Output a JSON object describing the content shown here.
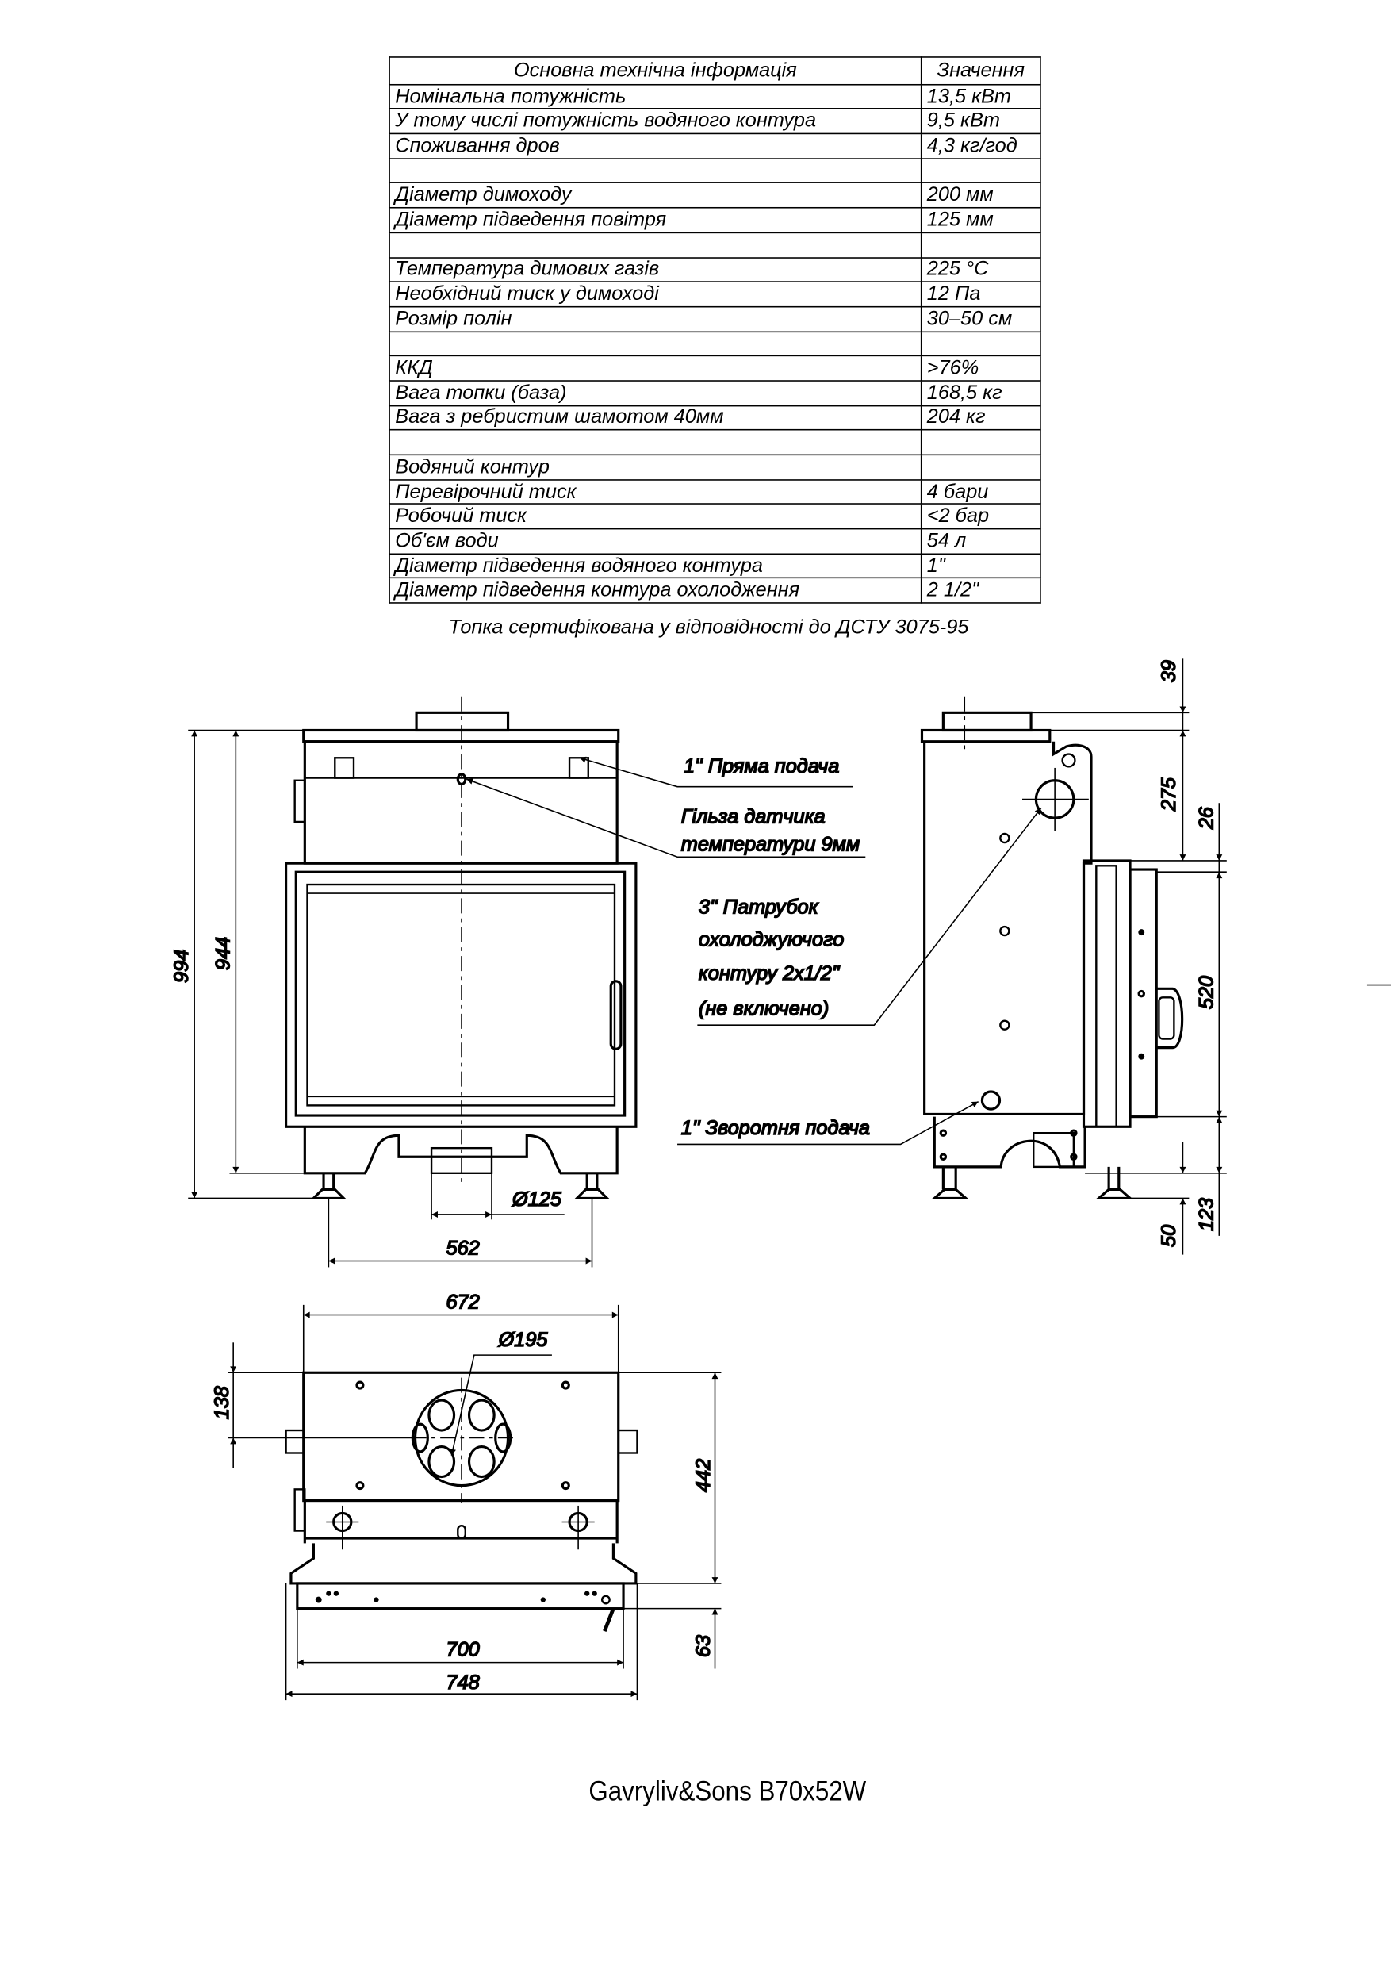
{
  "table": {
    "header": {
      "param": "Основна технічна інформація",
      "value": "Значення"
    },
    "rows": [
      {
        "param": "Номінальна потужність",
        "value": "13,5 кВт"
      },
      {
        "param": "У тому числі потужність водяного контура",
        "value": "9,5 кВт"
      },
      {
        "param": "Споживання дров",
        "value": "4,3 кг/год"
      },
      {
        "param": "",
        "value": ""
      },
      {
        "param": "Діаметр димоходу",
        "value": "200 мм"
      },
      {
        "param": "Діаметр підведення повітря",
        "value": "125 мм"
      },
      {
        "param": "",
        "value": ""
      },
      {
        "param": "Температура димових газів",
        "value": "225 °C"
      },
      {
        "param": "Необхідний тиск у димоході",
        "value": "12 Па"
      },
      {
        "param": "Розмір полін",
        "value": "30–50 см"
      },
      {
        "param": "",
        "value": ""
      },
      {
        "param": "ККД",
        "value": ">76%"
      },
      {
        "param": "Вага топки (база)",
        "value": "168,5 кг"
      },
      {
        "param": "Вага з ребристим шамотом 40мм",
        "value": "204 кг"
      },
      {
        "param": "",
        "value": ""
      },
      {
        "param": "Водяний контур",
        "value": ""
      },
      {
        "param": "Перевірочний тиск",
        "value": "4 бари"
      },
      {
        "param": "Робочий тиск",
        "value": "<2 бар"
      },
      {
        "param": "Об'єм води",
        "value": "54 л"
      },
      {
        "param": "Діаметр підведення водяного контура",
        "value": "1\""
      },
      {
        "param": "Діаметр підведення контура охолодження",
        "value": "2 1/2\""
      }
    ]
  },
  "caption": "Топка сертифікована у відповідності до ДСТУ 3075-95",
  "callouts": {
    "supply": "1'' Пряма подача",
    "sensor_1": "Гільза датчика",
    "sensor_2": "температури 9мм",
    "cooling_1": "3'' Патрубок",
    "cooling_2": "охолоджуючого",
    "cooling_3": "контуру 2х1/2''",
    "cooling_4": "(не включено)",
    "return": "1'' Зворотня подача"
  },
  "dimensions": {
    "front": {
      "total_height": "994",
      "body_height": "944",
      "air_diameter": "Ø125",
      "leg_spacing": "562"
    },
    "side": {
      "collar": "39",
      "top_to_door": "275",
      "door_offset": "26",
      "door_height": "520",
      "bottom": "123",
      "feet": "50"
    },
    "top": {
      "width": "672",
      "flue_diameter": "Ø195",
      "flue_offset": "138",
      "depth": "442",
      "front_depth": "63",
      "front_width": "700",
      "overall_width": "748"
    }
  },
  "model": "Gavryliv&Sons B70x52W"
}
